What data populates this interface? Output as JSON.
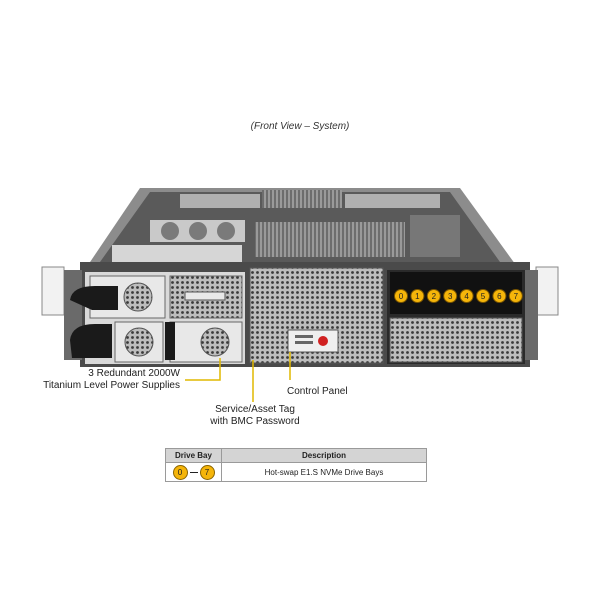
{
  "caption": "(Front View – System)",
  "drive_bays": [
    "0",
    "1",
    "2",
    "3",
    "4",
    "5",
    "6",
    "7"
  ],
  "callouts": {
    "psu_line1": "3 Redundant  2000W",
    "psu_line2": "Titanium Level Power Supplies",
    "control_panel": "Control Panel",
    "service_line1": "Service/Asset Tag",
    "service_line2": "with BMC Password"
  },
  "legend": {
    "headers": [
      "Drive Bay",
      "Description"
    ],
    "row": {
      "from": "0",
      "to": "7",
      "description": "Hot-swap  E1.S NVMe  Drive  Bays"
    }
  },
  "colors": {
    "bay_dot": "#f5b50a",
    "callout_line": "#e0b800"
  }
}
